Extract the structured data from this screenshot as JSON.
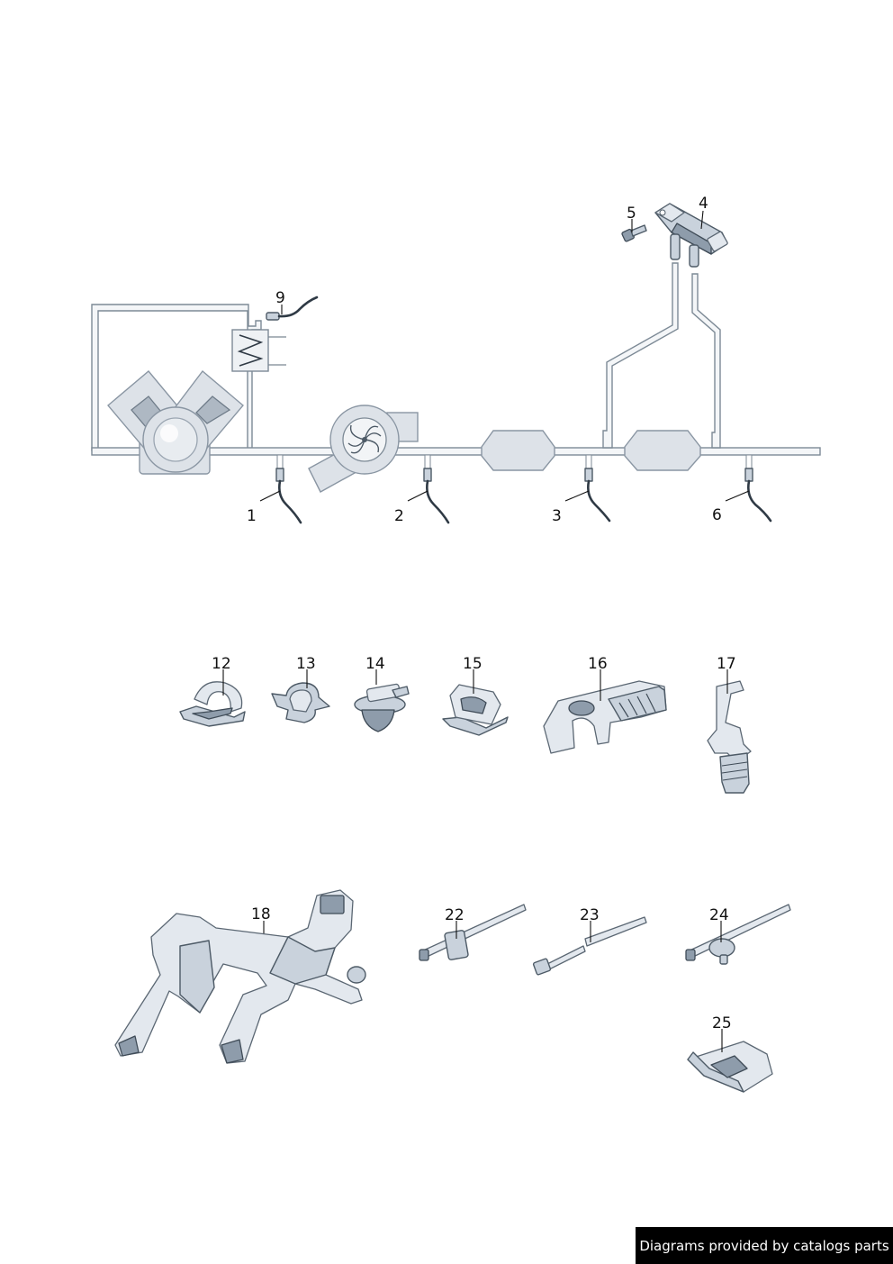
{
  "callouts": {
    "c1": "1",
    "c2": "2",
    "c3": "3",
    "c4": "4",
    "c5": "5",
    "c6": "6",
    "c9": "9",
    "c12": "12",
    "c13": "13",
    "c14": "14",
    "c15": "15",
    "c16": "16",
    "c17": "17",
    "c18": "18",
    "c22": "22",
    "c23": "23",
    "c24": "24",
    "c25": "25"
  },
  "footer": {
    "text": "Diagrams provided by catalogs parts"
  }
}
